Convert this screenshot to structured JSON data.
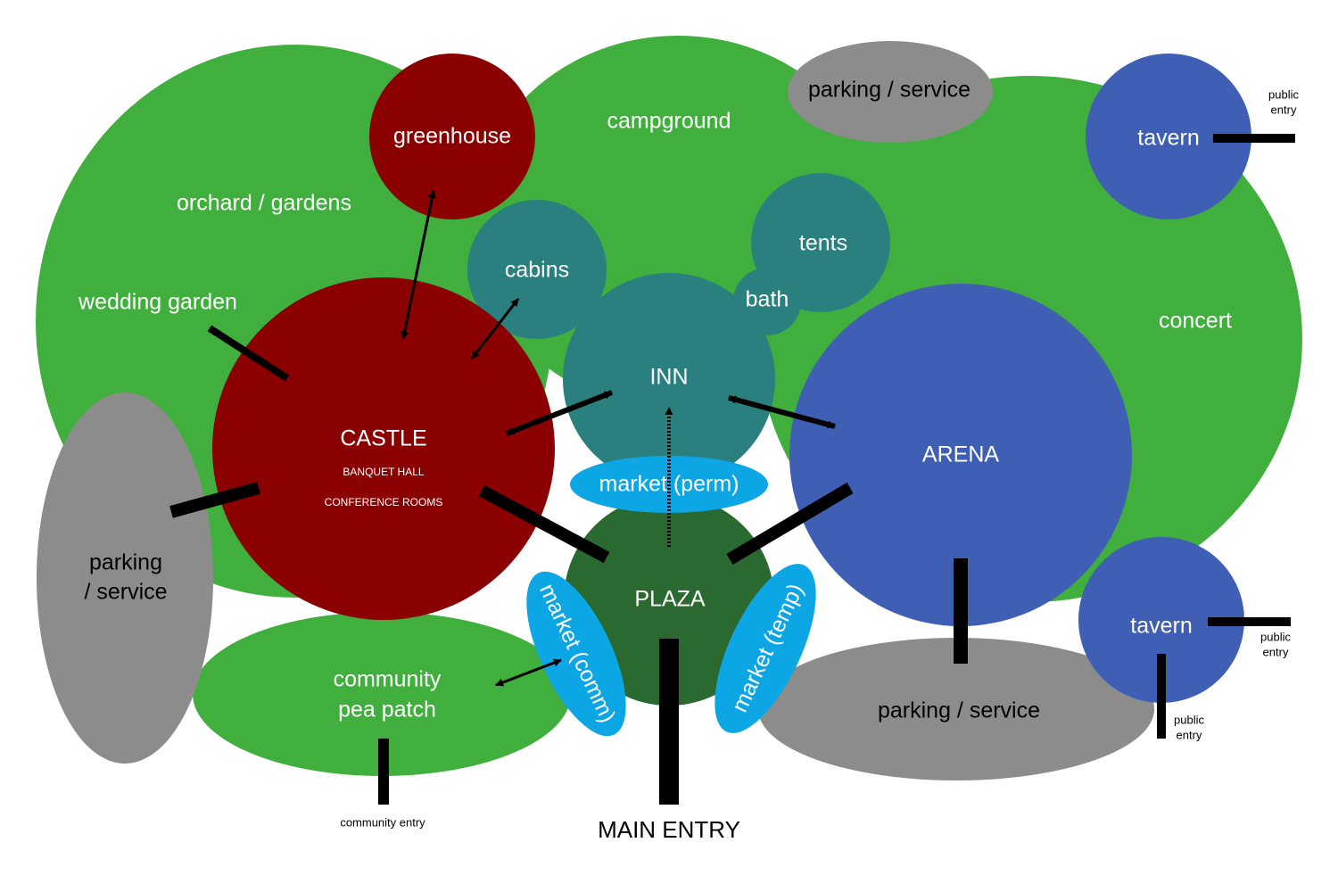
{
  "colors": {
    "green": "#41af3d",
    "dark_green": "#2a6a31",
    "red": "#8b0000",
    "teal": "#2a807e",
    "blue": "#3f5fb4",
    "gray": "#8c8c8c",
    "cyan": "#0ca6e4"
  },
  "zones": {
    "orchard": "orchard / gardens",
    "campground": "campground",
    "concert": "concert",
    "wedding": "wedding garden",
    "pea_patch_line1": "community",
    "pea_patch_line2": "pea patch"
  },
  "buildings": {
    "greenhouse": "greenhouse",
    "castle": "CASTLE",
    "castle_sub1": "BANQUET HALL",
    "castle_sub2": "CONFERENCE ROOMS",
    "cabins": "cabins",
    "tents": "tents",
    "bath": "bath",
    "inn": "INN",
    "arena": "ARENA",
    "plaza": "PLAZA",
    "tavern_top": "tavern",
    "tavern_bottom": "tavern"
  },
  "parking": {
    "top": "parking / service",
    "left_line1": "parking",
    "left_line2": "/ service",
    "bottom": "parking / service"
  },
  "markets": {
    "perm": "market (perm)",
    "comm": "market (comm)",
    "temp": "market (temp)"
  },
  "entries": {
    "main": "MAIN ENTRY",
    "community": "community entry",
    "public_top_1": "public",
    "public_top_2": "entry",
    "public_right_1": "public",
    "public_right_2": "entry",
    "public_bottom_1": "public",
    "public_bottom_2": "entry"
  }
}
